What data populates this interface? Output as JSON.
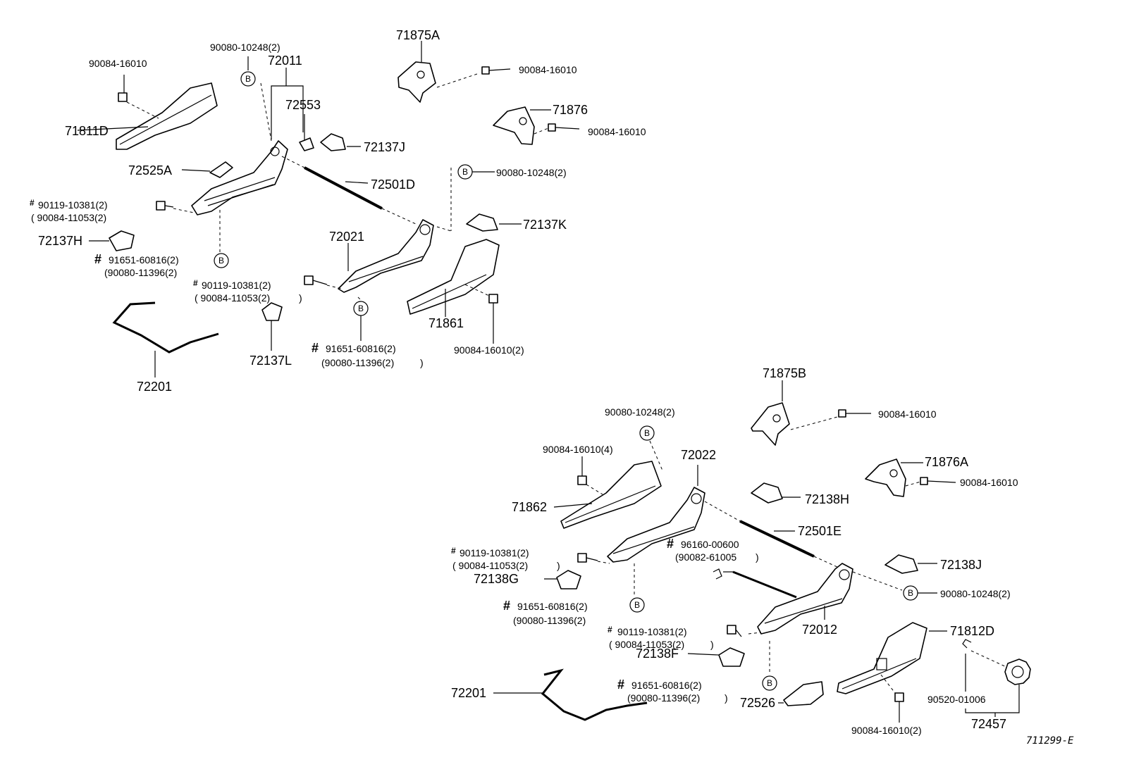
{
  "upper": {
    "p71875A": "71875A",
    "p90084_16010_a": "90084-16010",
    "p90080_10248_a": "90080-10248(2)",
    "p72011": "72011",
    "p90084_16010_b": "90084-16010",
    "p72553": "72553",
    "p71876": "71876",
    "p90084_16010_c": "90084-16010",
    "p71811D": "71811D",
    "p72137J": "72137J",
    "p72525A": "72525A",
    "p90080_10248_b": "90080-10248(2)",
    "p72501D": "72501D",
    "p90119_10381_a": "90119-10381(2)",
    "p90084_11053_a": "( 90084-11053(2)",
    "p72137K": "72137K",
    "p72021": "72021",
    "p72137H": "72137H",
    "p91651_60816_a": "91651-60816(2)",
    "p90080_11396_a": "(90080-11396(2)",
    "p90119_10381_b": "90119-10381(2)",
    "p90084_11053_b": "( 90084-11053(2)",
    "close_a": ")",
    "p71861": "71861",
    "p91651_60816_b": "91651-60816(2)",
    "p90080_11396_b": "(90080-11396(2)",
    "close_b": ")",
    "p90084_16010_d": "90084-16010(2)",
    "p72137L": "72137L",
    "p72201": "72201"
  },
  "lower": {
    "p71875B": "71875B",
    "p90080_10248_c": "90080-10248(2)",
    "p90084_16010_e": "90084-16010",
    "p90084_16010_f": "90084-16010(4)",
    "p72022": "72022",
    "p71876A": "71876A",
    "p90084_16010_g": "90084-16010",
    "p72138H": "72138H",
    "p71862": "71862",
    "p72501E": "72501E",
    "p96160_00600": "96160-00600",
    "p90082_61005": "(90082-61005",
    "close_c": ")",
    "p90119_10381_c": "90119-10381(2)",
    "p90084_11053_c": "( 90084-11053(2)",
    "close_d": ")",
    "p72138J": "72138J",
    "p72138G": "72138G",
    "p90080_10248_d": "90080-10248(2)",
    "p91651_60816_c": "91651-60816(2)",
    "p90080_11396_c": "(90080-11396(2)",
    "p72012": "72012",
    "p90119_10381_d": "90119-10381(2)",
    "p90084_11053_d": "( 90084-11053(2)",
    "close_e": ")",
    "p71812D": "71812D",
    "p72138F": "72138F",
    "p72201": "72201",
    "p91651_60816_d": "91651-60816(2)",
    "p90080_11396_d": "(90080-11396(2)",
    "close_f": ")",
    "p72526": "72526",
    "p90520_01006": "90520-01006",
    "p90084_16010_h": "90084-16010(2)",
    "p72457": "72457"
  },
  "marks": {
    "hash": "#",
    "b": "B"
  },
  "figure_id": "711299-E"
}
